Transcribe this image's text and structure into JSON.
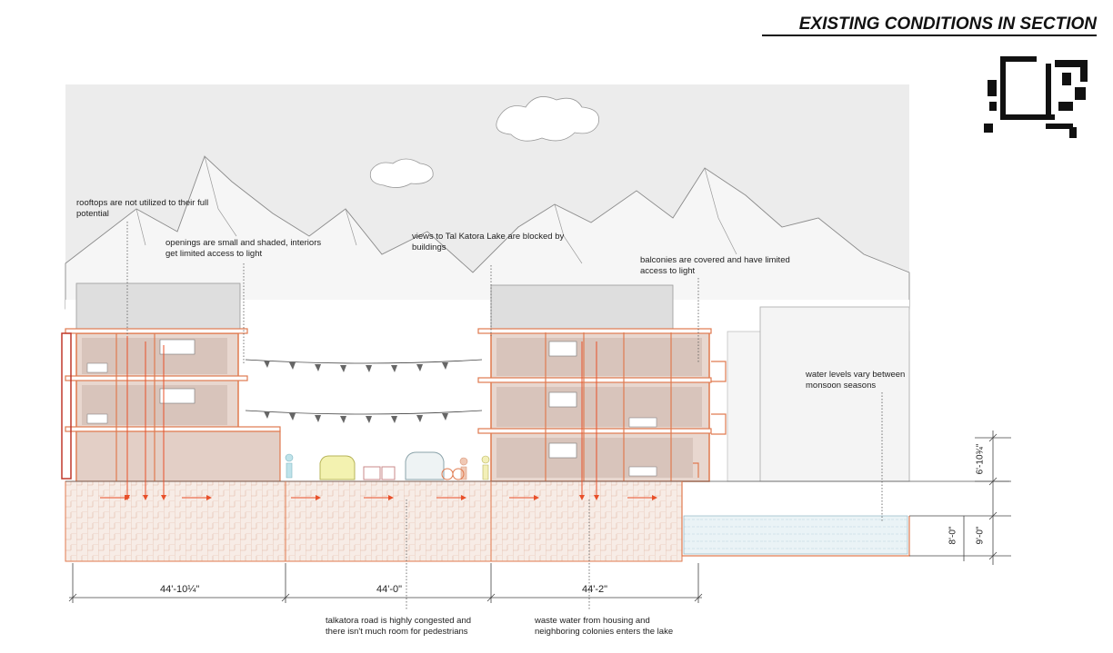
{
  "title": "EXISTING CONDITIONS IN SECTION",
  "annotations": {
    "rooftops": "rooftops are not utilized to their full potential",
    "openings": "openings are small and shaded, interiors get limited access to light",
    "views": "views to Tal Katora Lake are blocked by buildings",
    "balconies": "balconies are covered and have limited access to light",
    "water_levels": "water levels vary between monsoon seasons",
    "road": "talkatora road is highly congested and there isn't much room for pedestrians",
    "waste_water": "waste water from housing and neighboring colonies enters the lake"
  },
  "dimensions": {
    "left_block": "44'-10¼\"",
    "road": "44'-0\"",
    "right_block": "44'-2\"",
    "height_upper": "6'-10¾\"",
    "lake_depth_a": "8'-0\"",
    "lake_depth_b": "9'-0\""
  },
  "colors": {
    "structure": "#e07a4f",
    "interior": "#d8c4bb",
    "sky_panel": "#ececec",
    "arrow": "#e8502a",
    "water": "#cfe3ea"
  },
  "icons": [
    "key-map-icon",
    "mountain-range-icon",
    "cloud-icon",
    "car-icon",
    "person-icon",
    "bicycle-icon"
  ]
}
